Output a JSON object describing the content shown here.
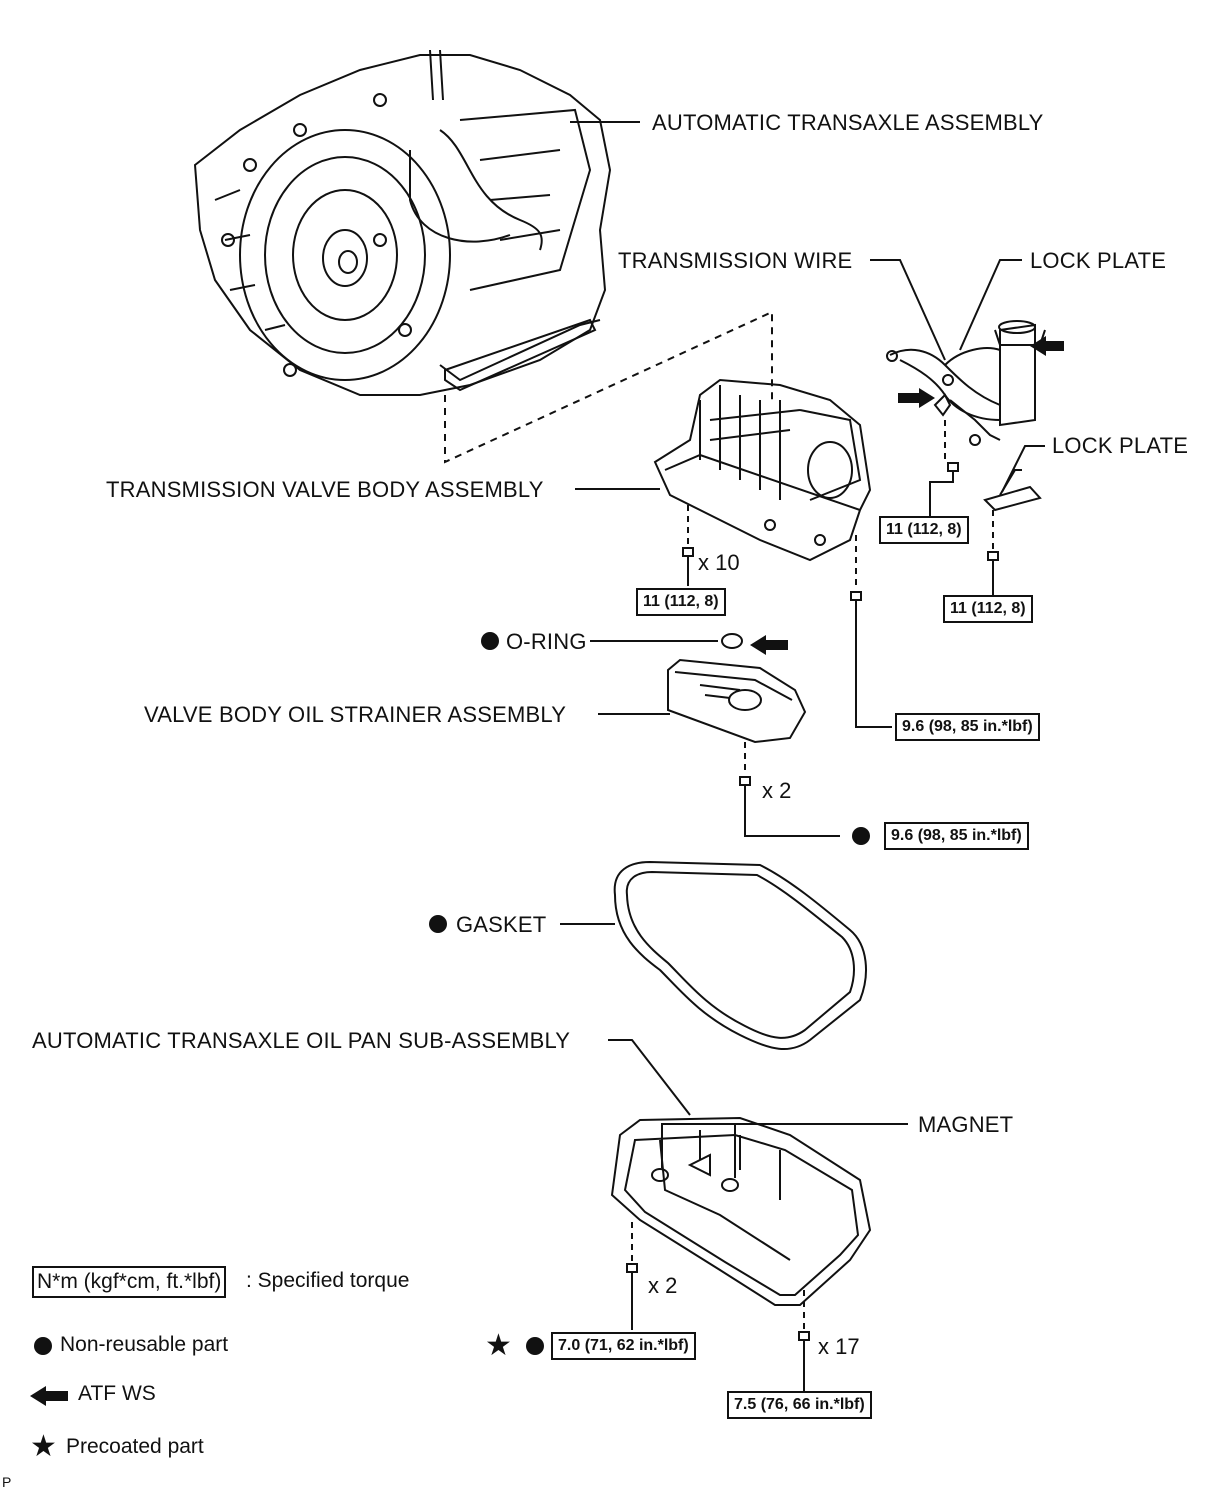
{
  "labels": {
    "transaxle": "AUTOMATIC TRANSAXLE ASSEMBLY",
    "wire": "TRANSMISSION WIRE",
    "lock_plate_1": "LOCK PLATE",
    "lock_plate_2": "LOCK PLATE",
    "valve_body": "TRANSMISSION VALVE BODY ASSEMBLY",
    "o_ring": "O-RING",
    "strainer": "VALVE BODY OIL STRAINER ASSEMBLY",
    "gasket": "GASKET",
    "oil_pan": "AUTOMATIC TRANSAXLE OIL PAN SUB-ASSEMBLY",
    "magnet": "MAGNET"
  },
  "torques": {
    "wire_bolt": "11 (112, 8)",
    "valve_body_bolts": "11 (112, 8)",
    "lock_plate_bolt": "11 (112, 8)",
    "valve_body_single": "9.6 (98, 85 in.*lbf)",
    "strainer_bolts": "9.6 (98, 85 in.*lbf)",
    "pan_bolts_2": "7.0 (71, 62 in.*lbf)",
    "pan_bolts_17": "7.5 (76, 66 in.*lbf)"
  },
  "quantities": {
    "valve_body": "x 10",
    "strainer": "x 2",
    "pan_2": "x 2",
    "pan_17": "x 17"
  },
  "legend": {
    "torque_box": "N*m (kgf*cm, ft.*lbf)",
    "torque_text": ": Specified torque",
    "non_reusable": "Non-reusable part",
    "atf": "ATF WS",
    "precoated": "Precoated part"
  },
  "corner_mark": "P"
}
